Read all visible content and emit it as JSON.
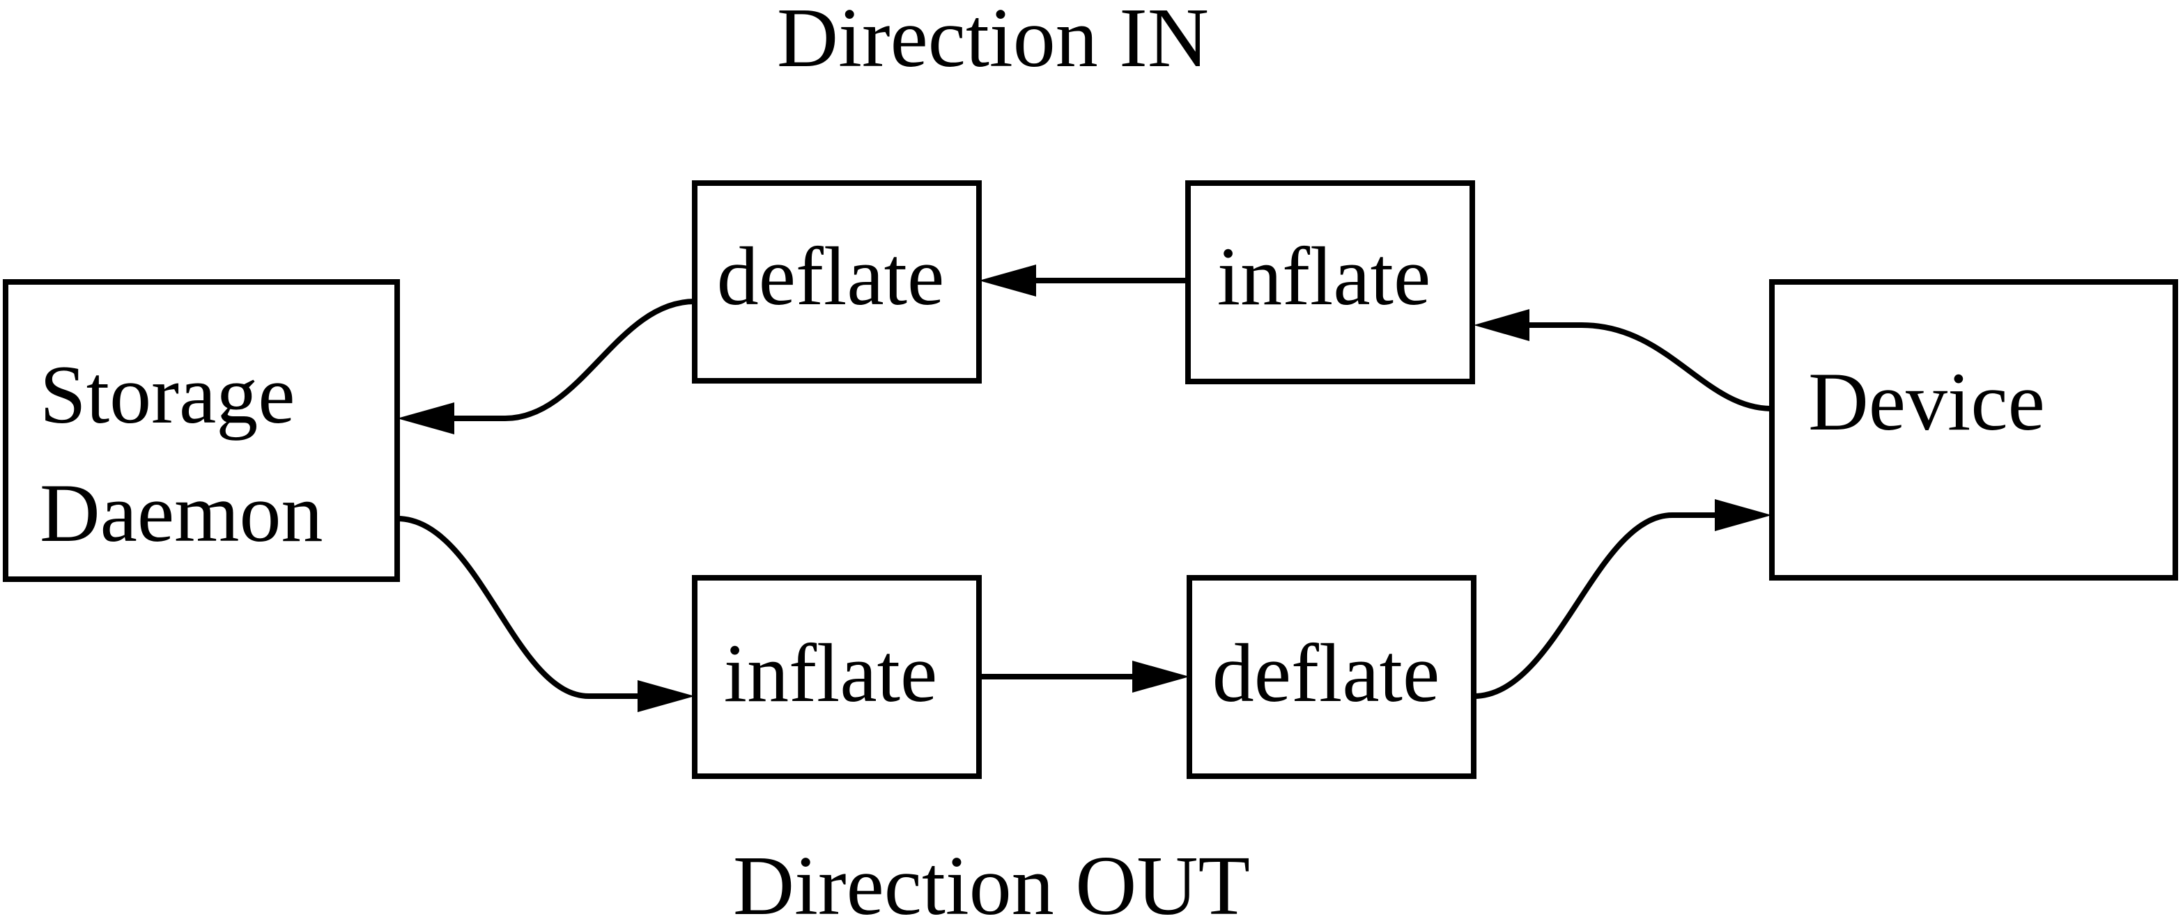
{
  "diagram": {
    "background": "#ffffff",
    "stroke_color": "#000000",
    "titles": {
      "in": "Direction IN",
      "out": "Direction OUT"
    },
    "nodes": {
      "storage_daemon": {
        "line1": "Storage",
        "line2": "Daemon"
      },
      "deflate_in": {
        "label": "deflate"
      },
      "inflate_in": {
        "label": "inflate"
      },
      "inflate_out": {
        "label": "inflate"
      },
      "deflate_out": {
        "label": "deflate"
      },
      "device": {
        "label": "Device"
      }
    },
    "edges": [
      {
        "from": "Device",
        "to": "inflate (top row)",
        "direction": "IN"
      },
      {
        "from": "inflate (top row)",
        "to": "deflate (top row)",
        "direction": "IN"
      },
      {
        "from": "deflate (top row)",
        "to": "Storage Daemon",
        "direction": "IN"
      },
      {
        "from": "Storage Daemon",
        "to": "inflate (bottom row)",
        "direction": "OUT"
      },
      {
        "from": "inflate (bottom row)",
        "to": "deflate (bottom row)",
        "direction": "OUT"
      },
      {
        "from": "deflate (bottom row)",
        "to": "Device",
        "direction": "OUT"
      }
    ]
  }
}
